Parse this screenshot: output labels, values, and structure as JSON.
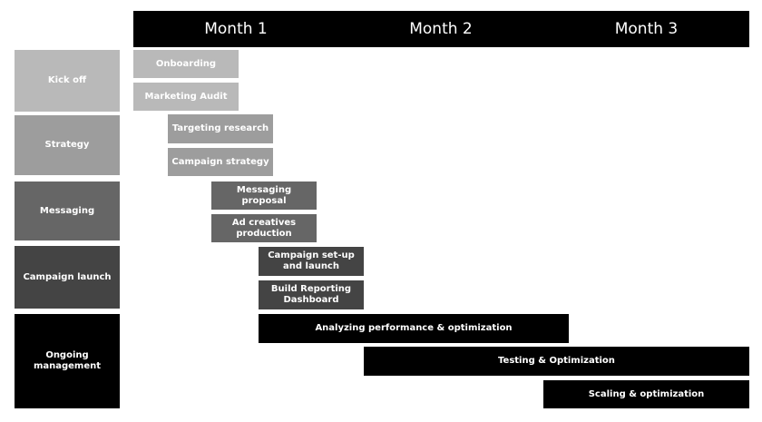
{
  "header": {
    "months": [
      "Month 1",
      "Month 2",
      "Month 3"
    ]
  },
  "phases": [
    {
      "label": "Kick off",
      "color": "#b9b9b9"
    },
    {
      "label": "Strategy",
      "color": "#9d9d9d"
    },
    {
      "label": "Messaging",
      "color": "#666666"
    },
    {
      "label": "Campaign launch",
      "color": "#444444"
    },
    {
      "label": "Ongoing\nmanagement",
      "color": "#000000"
    }
  ],
  "tasks": [
    {
      "label": "Onboarding"
    },
    {
      "label": "Marketing Audit"
    },
    {
      "label": "Targeting research"
    },
    {
      "label": "Campaign strategy"
    },
    {
      "label": "Messaging proposal"
    },
    {
      "label": "Ad creatives production"
    },
    {
      "label": "Campaign set-up and launch"
    },
    {
      "label": "Build Reporting Dashboard"
    },
    {
      "label": "Analyzing performance & optimization"
    },
    {
      "label": "Testing & Optimization"
    },
    {
      "label": "Scaling & optimization"
    }
  ]
}
